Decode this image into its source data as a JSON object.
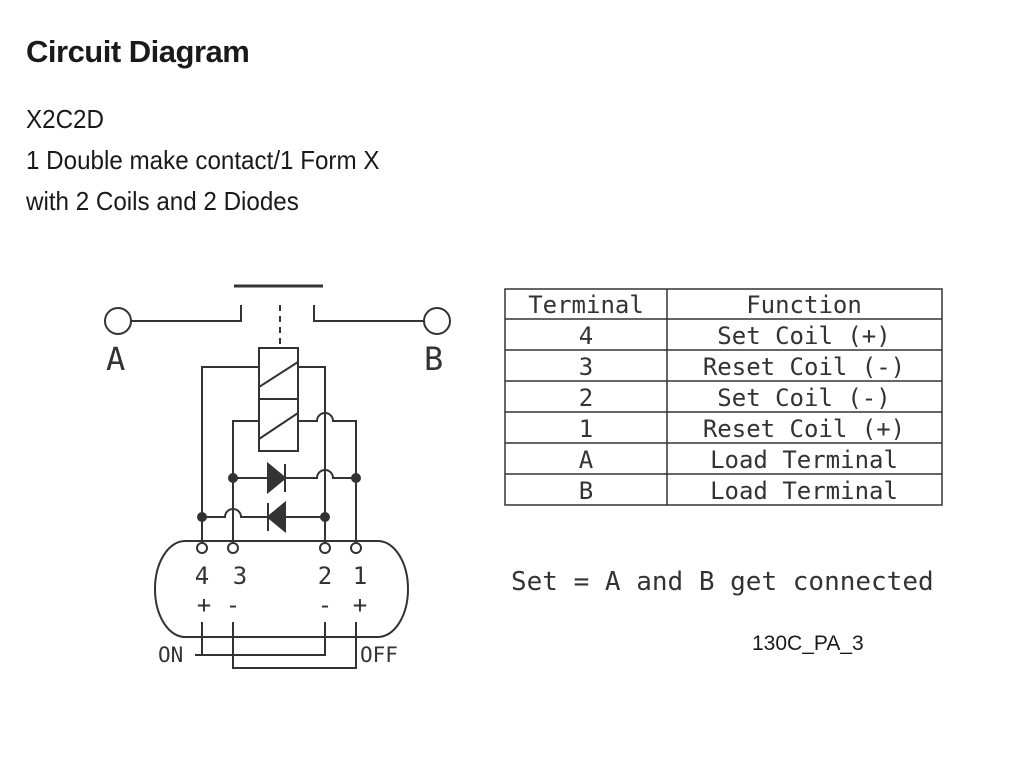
{
  "title": "Circuit Diagram",
  "description": {
    "line1": "X2C2D",
    "line2": "1 Double make contact/1 Form X",
    "line3": "with 2 Coils and 2 Diodes"
  },
  "diagram": {
    "contact_left_label": "A",
    "contact_right_label": "B",
    "terminal_numbers": [
      "4",
      "3",
      "2",
      "1"
    ],
    "terminal_polarities": [
      "+",
      "-",
      "-",
      "+"
    ],
    "on_label": "ON",
    "off_label": "OFF"
  },
  "table": {
    "headers": [
      "Terminal",
      "Function"
    ],
    "rows": [
      [
        "4",
        "Set Coil (+)"
      ],
      [
        "3",
        "Reset Coil (-)"
      ],
      [
        "2",
        "Set Coil (-)"
      ],
      [
        "1",
        "Reset Coil (+)"
      ],
      [
        "A",
        "Load Terminal"
      ],
      [
        "B",
        "Load Terminal"
      ]
    ]
  },
  "note": "Set = A and B get connected",
  "code": "130C_PA_3"
}
